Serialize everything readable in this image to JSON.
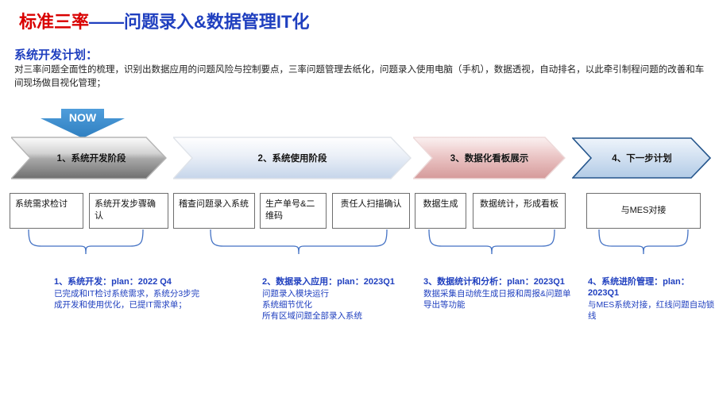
{
  "header": {
    "title_red": "标准三率",
    "title_blue": "——问题录入&数据管理IT化",
    "subtitle": "系统开发计划：",
    "body": "对三率问题全面性的梳理，识别出数据应用的问题风险与控制要点，三率问题管理去纸化，问题录入使用电脑（手机），数据透视，自动排名，以此牵引制程问题的改善和车间现场做目视化管理；"
  },
  "now_marker": {
    "label": "NOW",
    "color": "#3C8ED0"
  },
  "phases": [
    {
      "label": "1、系统开发阶段",
      "fill_from": "#f2f2f2",
      "fill_to": "#7a7a7a",
      "stroke": "#a6a6a6"
    },
    {
      "label": "2、系统使用阶段",
      "fill_from": "#ffffff",
      "fill_to": "#c9d7ea",
      "stroke": "#d9d9d9"
    },
    {
      "label": "3、数据化看板展示",
      "fill_from": "#f6e2e2",
      "fill_to": "#d99a9a",
      "stroke": "#e8d0d0"
    },
    {
      "label": "4、下一步计划",
      "fill_from": "#eaf1f9",
      "fill_to": "#b9d0e8",
      "stroke": "#24558c"
    }
  ],
  "boxes": [
    {
      "text": "系统需求检讨",
      "align": "left"
    },
    {
      "text": "系统开发步骤确认",
      "align": "left"
    },
    {
      "text": "稽查问题录入系统",
      "align": "left"
    },
    {
      "text": "生产单号&二维码",
      "align": "left"
    },
    {
      "text": "责任人扫描确认",
      "align": "left"
    },
    {
      "text": "数据生成",
      "align": "left"
    },
    {
      "text": "数据统计，形成看板",
      "align": "left"
    },
    {
      "text": "与MES对接",
      "align": "center"
    }
  ],
  "notes": [
    {
      "heading": "1、系统开发：plan：2022 Q4",
      "lines": [
        "已完成和IT检讨系统需求，系统分3步完",
        "成开发和使用优化，已提IT需求单；"
      ]
    },
    {
      "heading": "2、数据录入应用：plan：2023Q1",
      "lines": [
        "问题录入模块运行",
        "系统细节优化",
        "所有区域问题全部录入系统"
      ]
    },
    {
      "heading": "3、数据统计和分析：plan：2023Q1",
      "lines": [
        "数据采集自动统生成日报和周报&问题单",
        "导出等功能"
      ]
    },
    {
      "heading": "4、系统进阶管理：plan：2023Q1",
      "lines": [
        "与MES系统对接，红线问题自动锁",
        "线"
      ]
    }
  ],
  "colors": {
    "accent_red": "#D90000",
    "accent_blue": "#1F3FBF",
    "brace_blue": "#4472C4",
    "box_border": "#6e6e6e"
  }
}
